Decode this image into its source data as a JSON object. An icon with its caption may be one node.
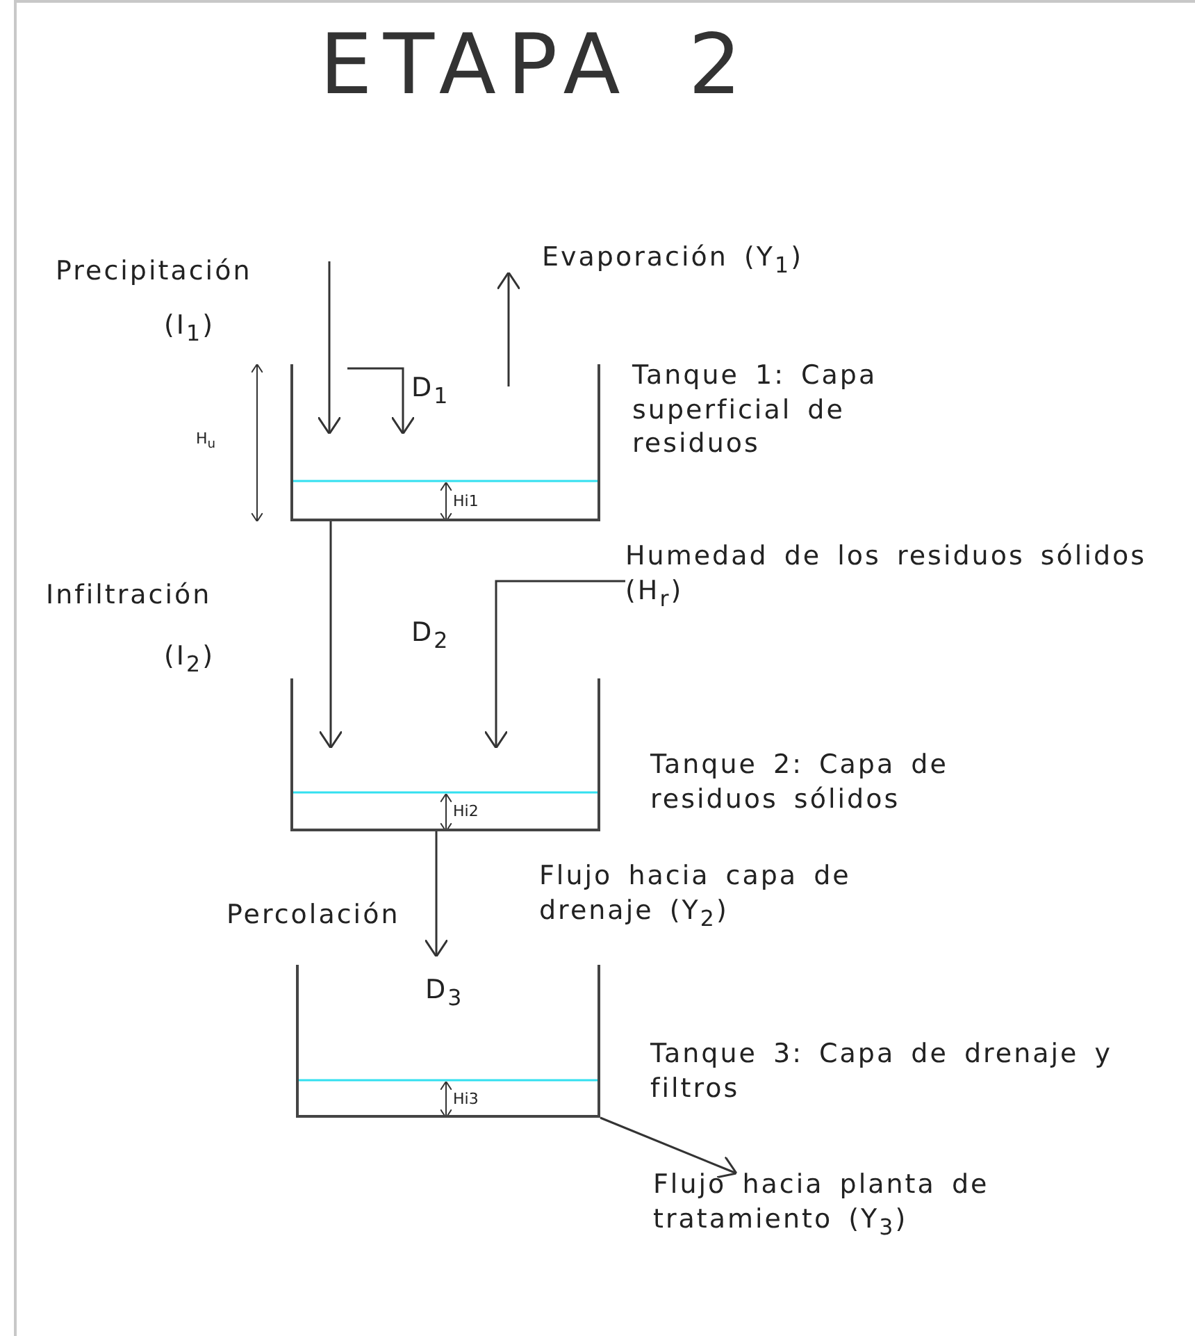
{
  "diagram": {
    "title": "ETAPA 2",
    "nodes": [
      {
        "text": [],
        "shape": "tank",
        "beside": [
          "Tanque 1: Capa superficial de residuos"
        ]
      },
      {
        "text": [
          "Humedad de los residuos sólidos (H$_{r}$)"
        ]
      },
      {
        "text": [],
        "shape": "tank",
        "beside": [
          "Tanque 2: Capa de residuos sólidos"
        ]
      },
      {
        "text": [],
        "shape": "tank",
        "beside": [
          "Tanque 3: Capa de drenaje y filtros"
        ]
      },
      {
        "text": [
          "Flujo hacia planta de tratamiento (Y$_{3}$)"
        ]
      }
    ],
    "edges": [
      {
        "from": null,
        "to": 0,
        "arrow": "to"
      },
      {
        "from": null,
        "to": 0,
        "arrow": "to"
      },
      {
        "from": 0,
        "to": null,
        "arrow": "to"
      },
      {
        "from": 0,
        "to": 2,
        "arrow": "to"
      },
      {
        "from": 1,
        "to": 2,
        "arrow": "to"
      },
      {
        "from": 2,
        "to": 3,
        "arrow": "to"
      },
      {
        "from": 3,
        "to": 4,
        "arrow": "to"
      }
    ],
    "labels": [
      "Precipitación",
      "(I$_{1}$)",
      "D$_{1}$",
      "Evaporación (Y$_{1}$)",
      "H$_{u}$",
      "Hi1",
      "Infiltración",
      "(I$_{2}$)",
      "D$_{2}$",
      "Hi2",
      "Percolación",
      "Flujo hacia capa de drenaje (Y$_{2}$)",
      "D$_{3}$",
      "Hi3"
    ]
  }
}
